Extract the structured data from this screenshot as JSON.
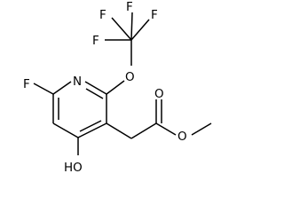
{
  "molecule": {
    "atoms": {
      "f_top_left": "F",
      "f_top_center": "F",
      "f_top_right": "F",
      "f_mid": "F",
      "o_ether": "O",
      "n_ring": "N",
      "f_ring": "F",
      "o_carbonyl": "O",
      "o_ester": "O",
      "ho": "HO"
    }
  }
}
